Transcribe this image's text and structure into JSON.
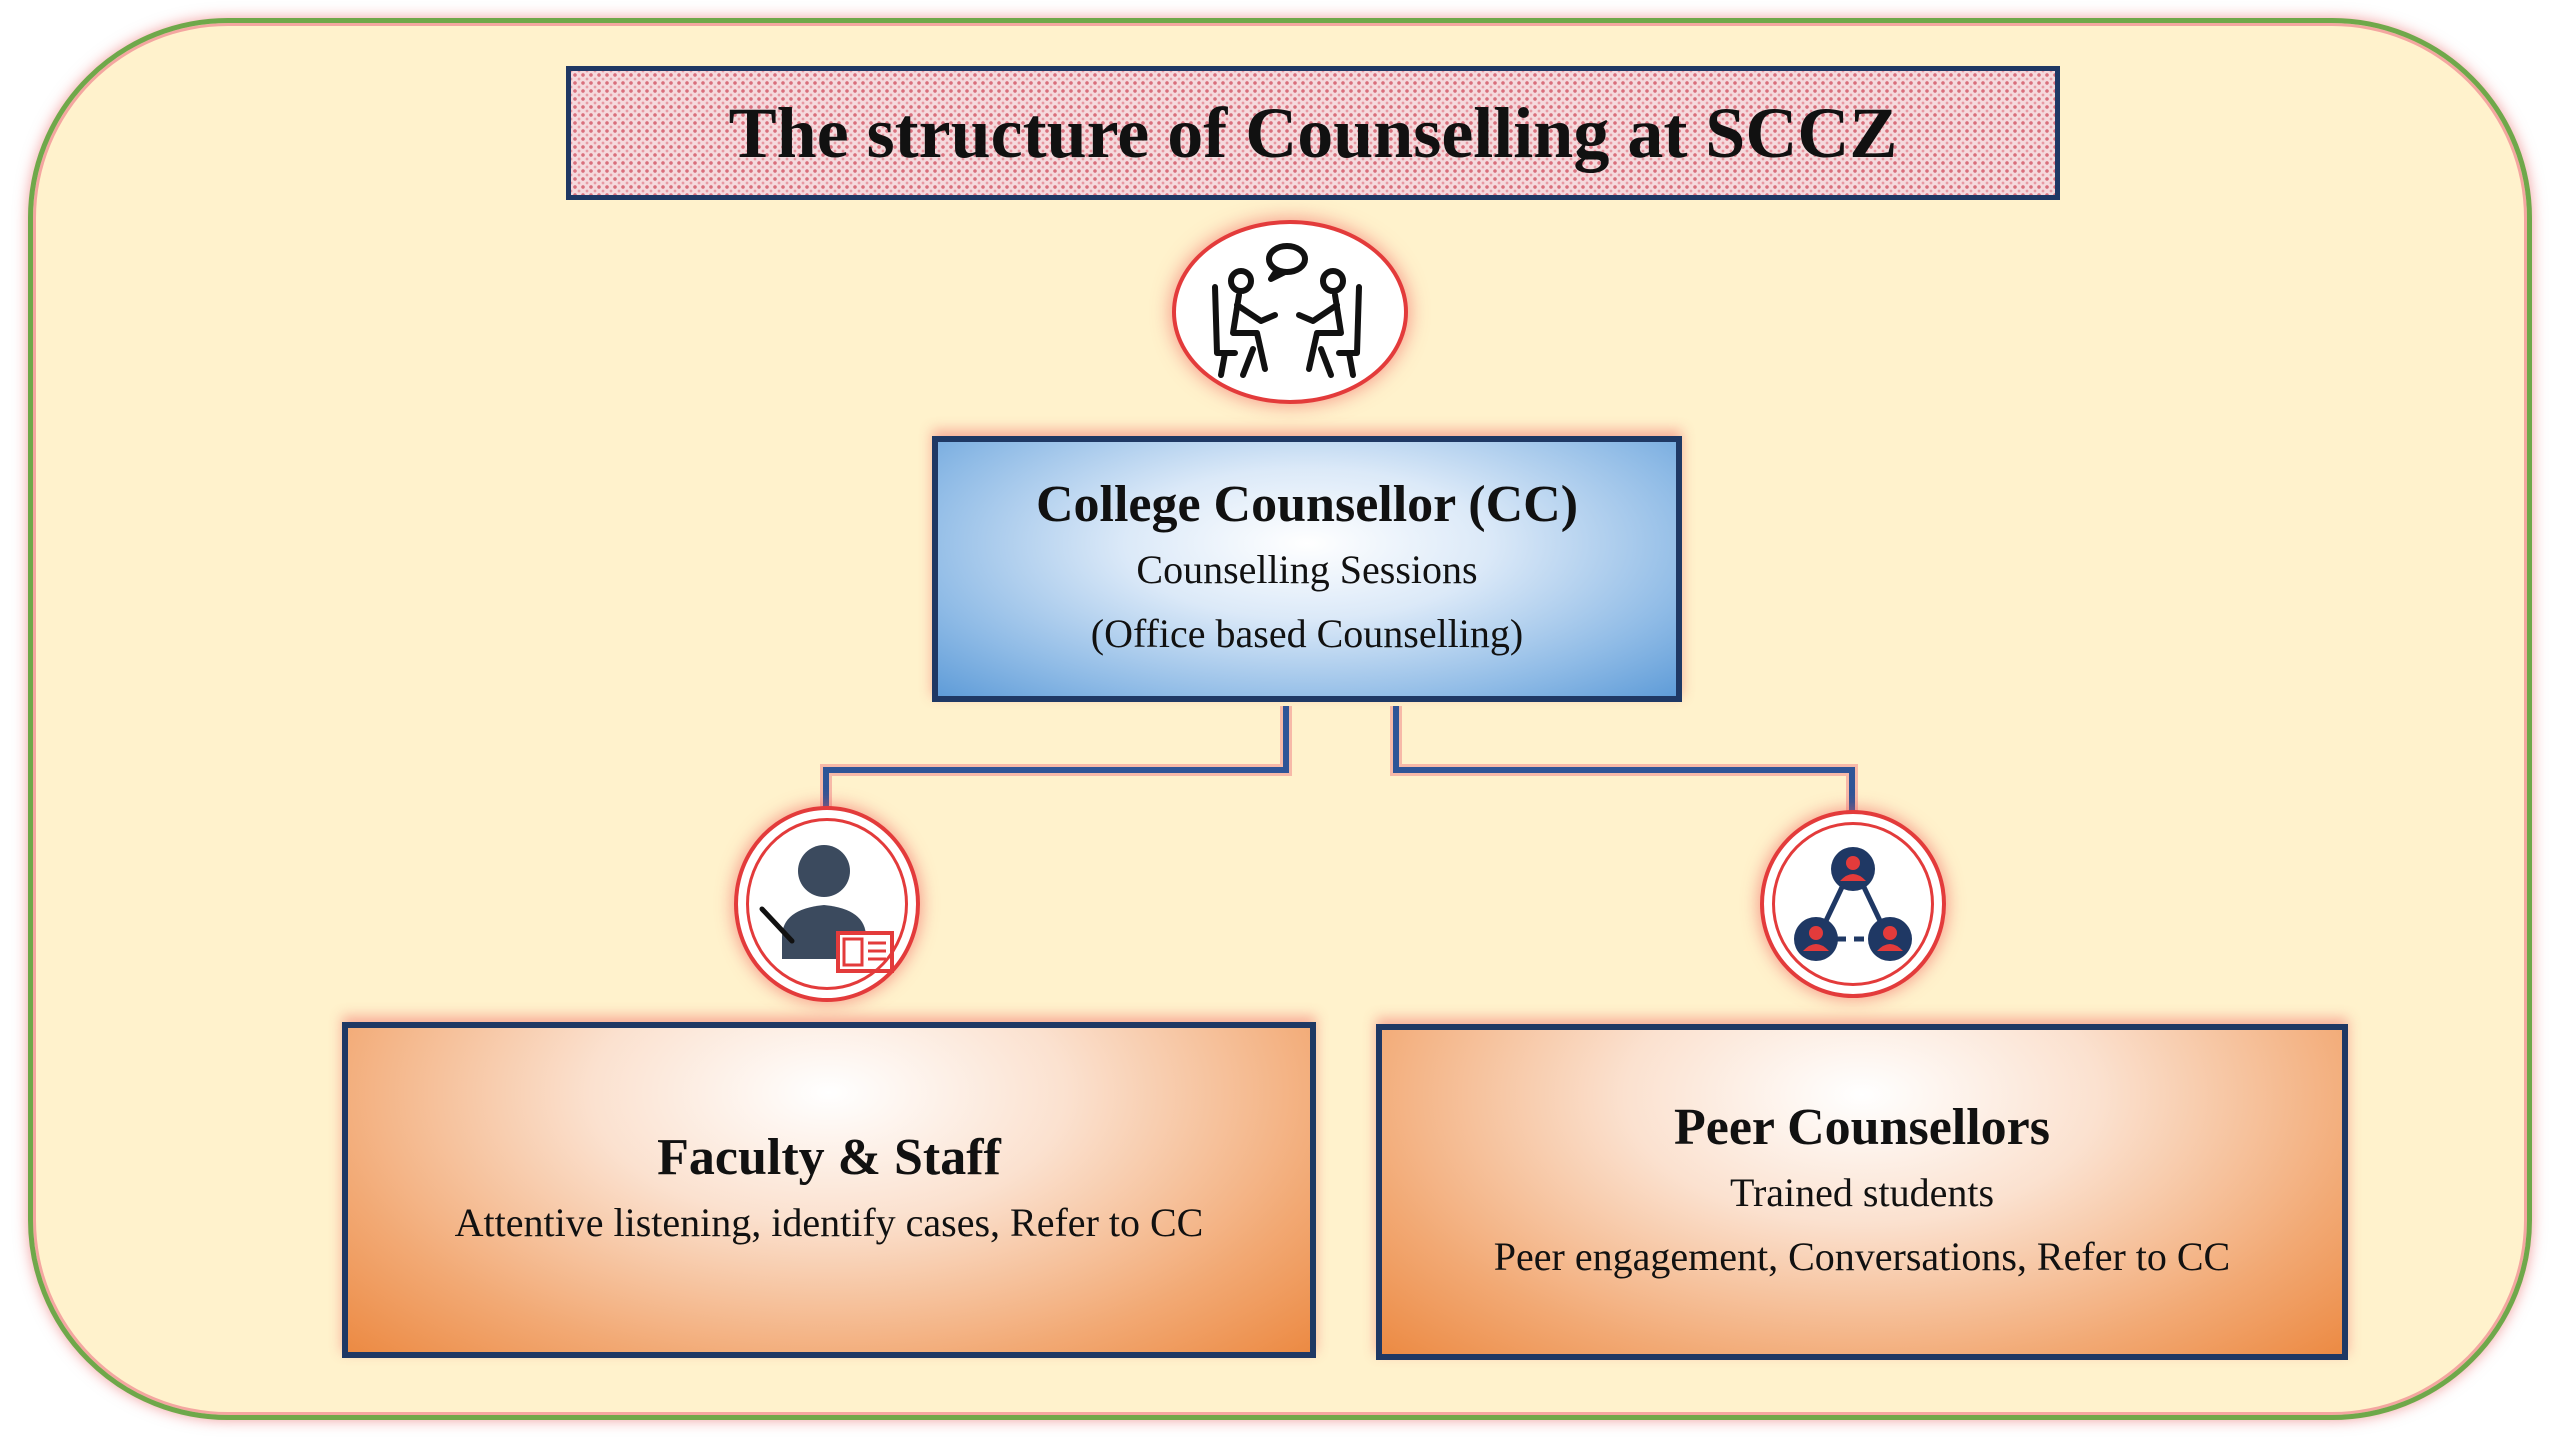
{
  "title": "The structure of Counselling at SCCZ",
  "nodes": {
    "cc": {
      "title": "College Counsellor (CC)",
      "line1": "Counselling Sessions",
      "line2": "(Office based Counselling)",
      "icon": "counselling-session-icon"
    },
    "faculty": {
      "title": "Faculty & Staff",
      "line1": "Attentive listening, identify cases, Refer to CC",
      "icon": "teacher-icon"
    },
    "peer": {
      "title": "Peer Counsellors",
      "line1": "Trained students",
      "line2": "Peer engagement, Conversations, Refer to CC",
      "icon": "peer-network-icon"
    }
  },
  "colors": {
    "background": "#fff2cc",
    "frame_border": "#6fa84a",
    "box_border": "#1f3864",
    "cc_fill": "#5f9cd8",
    "child_fill": "#ec8a43",
    "accent_red": "#e33b3b",
    "icon_dark": "#3b4a5e"
  }
}
